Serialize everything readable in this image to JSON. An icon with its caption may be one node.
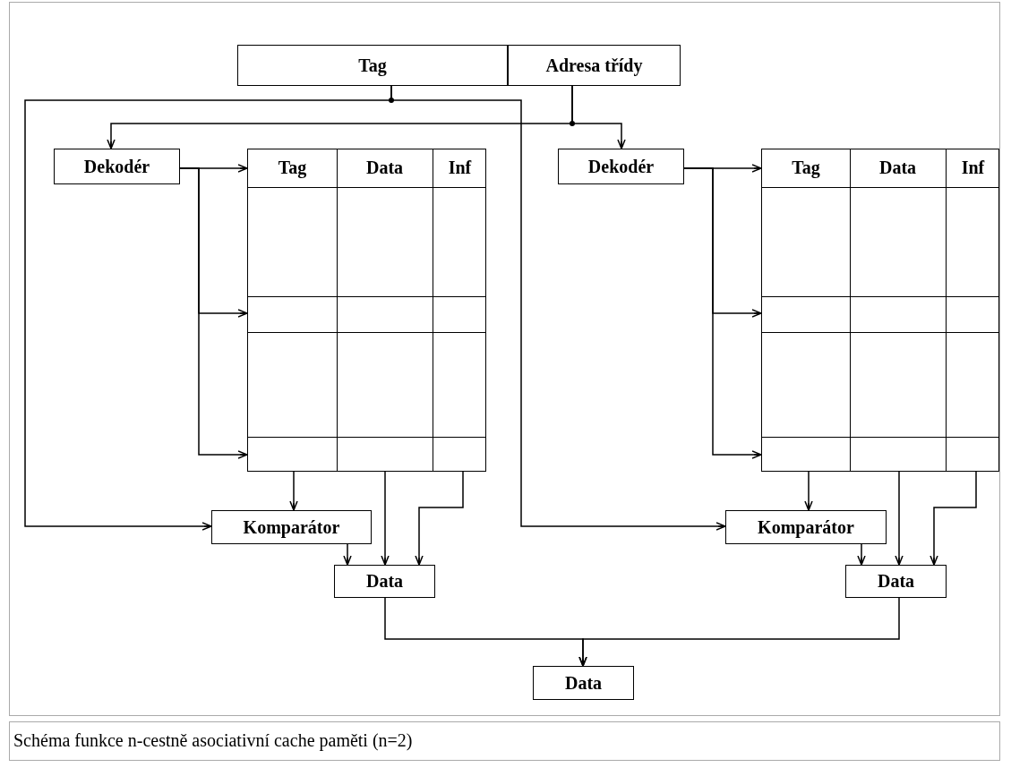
{
  "diagram": {
    "caption": "Schéma funkce n-cestně asociativní cache paměti (n=2)",
    "nodes": [
      {
        "text": [
          "Tag"
        ]
      },
      {
        "text": [
          "Adresa třídy"
        ]
      },
      {
        "text": [
          "Dekodér"
        ]
      },
      {
        "text": [
          "Tag",
          "Data",
          "Inf"
        ]
      },
      {
        "text": [
          "Dekodér"
        ]
      },
      {
        "text": [
          "Tag",
          "Data",
          "Inf"
        ]
      },
      {
        "text": [
          "Komparátor"
        ]
      },
      {
        "text": [
          "Data"
        ]
      },
      {
        "text": [
          "Komparátor"
        ]
      },
      {
        "text": [
          "Data"
        ]
      },
      {
        "text": [
          "Data"
        ]
      }
    ],
    "edges": [
      {
        "from": 0,
        "to": 6,
        "arrow": "to"
      },
      {
        "from": 0,
        "to": 8,
        "arrow": "to"
      },
      {
        "from": 1,
        "to": 2,
        "arrow": "to"
      },
      {
        "from": 1,
        "to": 4,
        "arrow": "to"
      },
      {
        "from": 2,
        "to": 3,
        "arrow": "to"
      },
      {
        "from": 2,
        "to": 3,
        "arrow": "to"
      },
      {
        "from": 2,
        "to": 3,
        "arrow": "to"
      },
      {
        "from": 4,
        "to": 5,
        "arrow": "to"
      },
      {
        "from": 4,
        "to": 5,
        "arrow": "to"
      },
      {
        "from": 4,
        "to": 5,
        "arrow": "to"
      },
      {
        "from": 3,
        "to": 6,
        "arrow": "to"
      },
      {
        "from": 3,
        "to": 7,
        "arrow": "to"
      },
      {
        "from": 3,
        "to": 7,
        "arrow": "to"
      },
      {
        "from": 6,
        "to": 7,
        "arrow": "to"
      },
      {
        "from": 5,
        "to": 8,
        "arrow": "to"
      },
      {
        "from": 5,
        "to": 9,
        "arrow": "to"
      },
      {
        "from": 5,
        "to": 9,
        "arrow": "to"
      },
      {
        "from": 8,
        "to": 9,
        "arrow": "to"
      },
      {
        "from": 7,
        "to": 10,
        "arrow": "to"
      },
      {
        "from": 9,
        "to": 10,
        "arrow": "to"
      }
    ]
  }
}
